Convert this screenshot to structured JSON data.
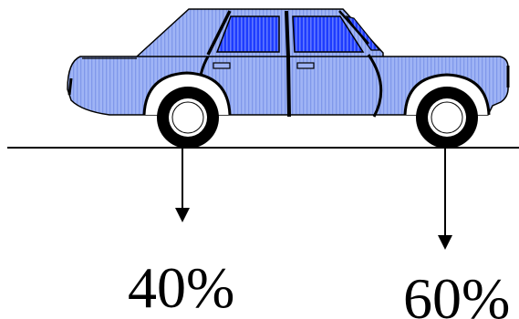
{
  "weight_distribution": {
    "front_label": "40%",
    "rear_label": "60%",
    "front_share": 0.4,
    "rear_share": 0.6
  },
  "colors": {
    "car_body": "#9fb4f5",
    "car_stripe": "#8098ea",
    "window_glass": "#1e3cff",
    "window_stripe": "#5f78ff",
    "outline": "#000000",
    "background": "#ffffff"
  },
  "icons": {
    "vehicle": "sedan-car-icon",
    "force": "down-arrow-icon"
  }
}
